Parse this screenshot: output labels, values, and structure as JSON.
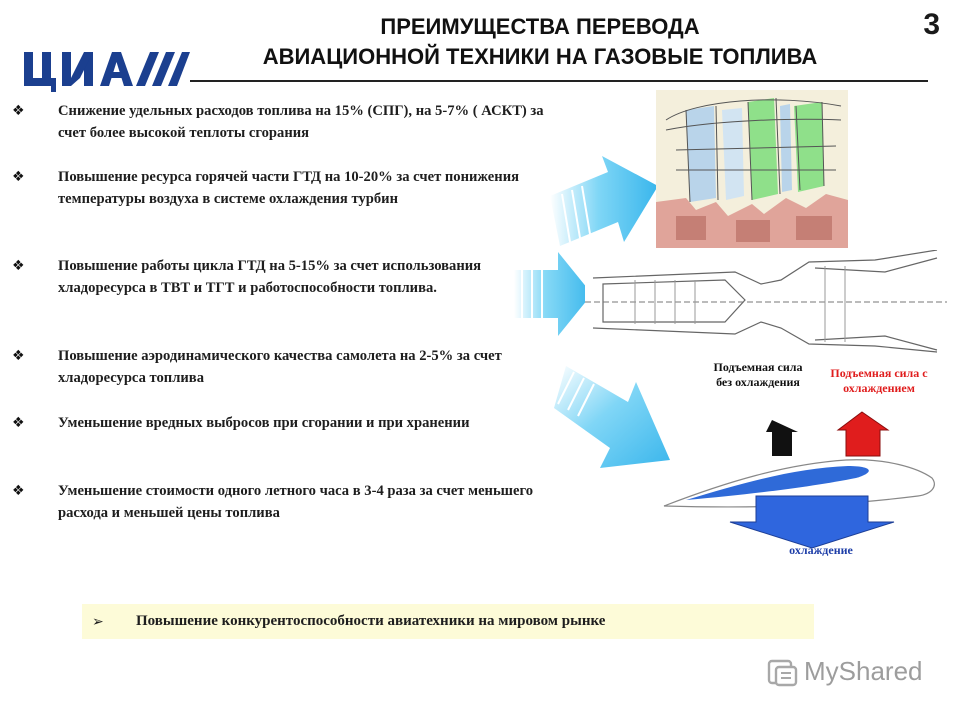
{
  "header": {
    "logo_text": "ЦИАМ",
    "title_line1": "ПРЕИМУЩЕСТВА ПЕРЕВОДА",
    "title_line2": "АВИАЦИОННОЙ ТЕХНИКИ НА ГАЗОВЫЕ ТОПЛИВА",
    "page_number": "3"
  },
  "bullets": [
    {
      "icon": "diamond-bullet-icon",
      "text": "Снижение удельных расходов топлива на 15% (СПГ), на 5-7% ( АСКТ) за счет более высокой теплоты сгорания"
    },
    {
      "icon": "diamond-bullet-icon",
      "text": "Повышение ресурса горячей части ГТД на 10-20% за счет понижения температуры воздуха в системе охлаждения турбин"
    },
    {
      "icon": "diamond-bullet-icon",
      "text": "Повышение работы цикла ГТД на 5-15% за счет использования хладоресурса в ТВТ и ТГТ и работоспособности топлива."
    },
    {
      "icon": "diamond-bullet-icon",
      "text": "Повышение аэродинамического качества самолета на 2-5% за счет хладоресурса топлива"
    },
    {
      "icon": "diamond-bullet-icon",
      "text": "Уменьшение вредных выбросов при сгорании и при хранении"
    },
    {
      "icon": "diamond-bullet-icon",
      "text": "Уменьшение стоимости одного летного часа в 3-4 раза за счет меньшего расхода и меньшей цены топлива"
    }
  ],
  "diagram": {
    "lift_without_cooling": "Подъемная сила без охлаждения",
    "lift_with_cooling": "Подъемная сила с охлаждением",
    "cooling_label": "охлаждение"
  },
  "banner": {
    "icon": "arrow-bullet-icon",
    "text": "Повышение конкурентоспособности авиатехники на мировом рынке"
  },
  "watermark": {
    "text": "MyShared",
    "icon": "myshared-logo-icon"
  },
  "colors": {
    "logo_blue": "#1b3f8f",
    "arrow_cyan": "#4fc3f0",
    "lift_red": "#e01d1d",
    "cooling_blue": "#1f5fd6",
    "banner_bg": "#fdfbd8"
  }
}
